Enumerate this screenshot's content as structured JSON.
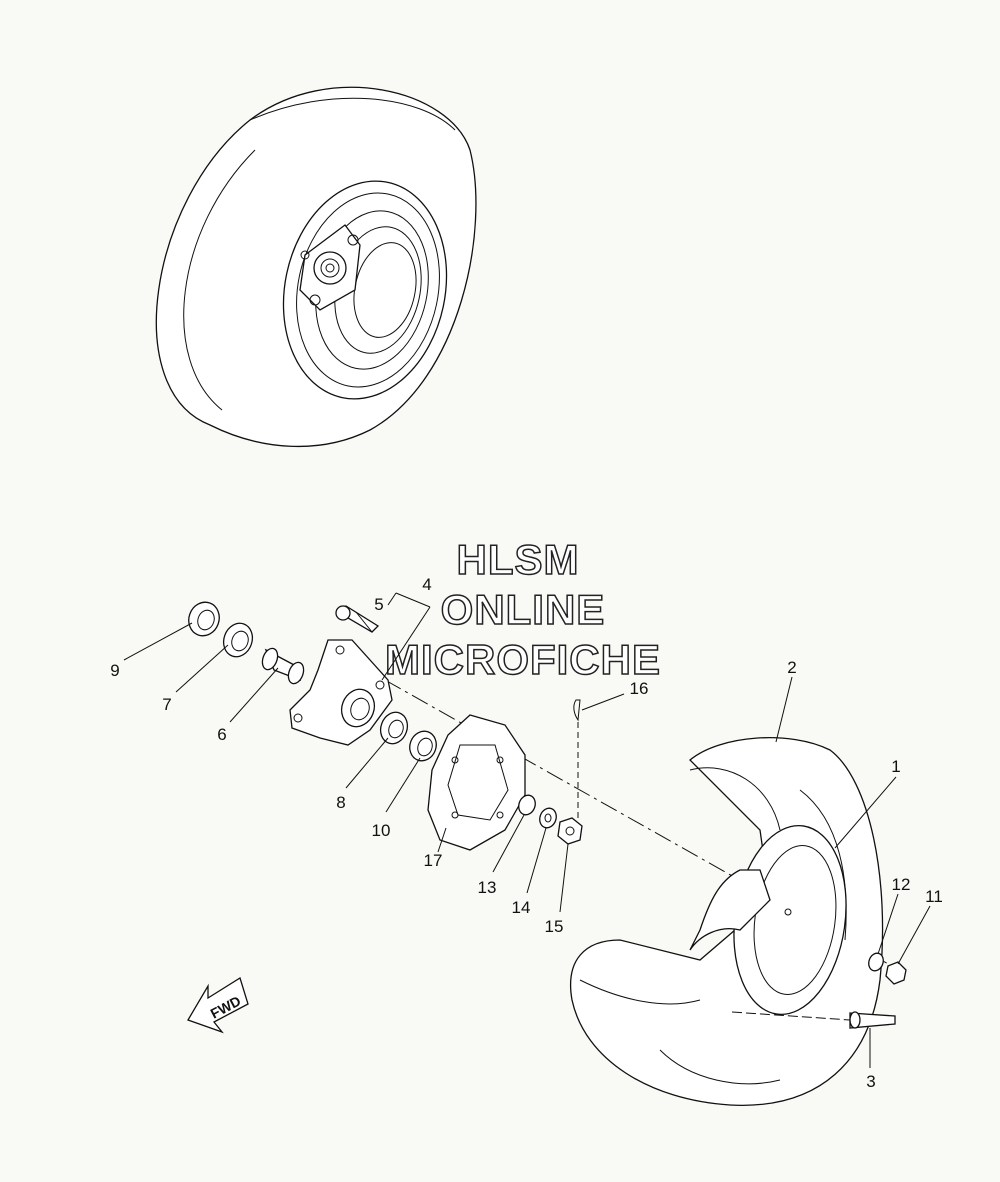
{
  "watermark": {
    "line1": "HLSM",
    "line2": "ONLINE",
    "line3": "MICROFICHE"
  },
  "direction_label": "FWD",
  "callouts": [
    {
      "id": "1",
      "part": "wheel"
    },
    {
      "id": "2",
      "part": "tire"
    },
    {
      "id": "3",
      "part": "valve stem"
    },
    {
      "id": "4",
      "part": "hub bolt group"
    },
    {
      "id": "5",
      "part": "stud bolt"
    },
    {
      "id": "6",
      "part": "spacer"
    },
    {
      "id": "7",
      "part": "bearing"
    },
    {
      "id": "8",
      "part": "bearing"
    },
    {
      "id": "9",
      "part": "oil seal"
    },
    {
      "id": "10",
      "part": "oil seal"
    },
    {
      "id": "11",
      "part": "nut"
    },
    {
      "id": "12",
      "part": "washer"
    },
    {
      "id": "13",
      "part": "collar"
    },
    {
      "id": "14",
      "part": "washer"
    },
    {
      "id": "15",
      "part": "castle nut"
    },
    {
      "id": "16",
      "part": "cotter pin"
    },
    {
      "id": "17",
      "part": "brake disc"
    }
  ]
}
